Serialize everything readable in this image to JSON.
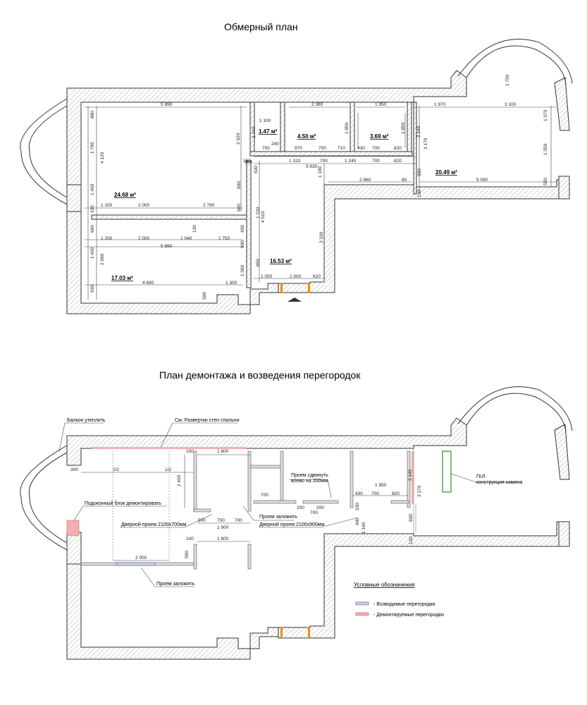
{
  "titles": {
    "plan1": "Обмерный план",
    "plan2": "План демонтажа и возведения перегородок"
  },
  "plan1": {
    "areas": [
      "24.68 м²",
      "17.03 м²",
      "1.47 м²",
      "4.50 м²",
      "3.69 м²",
      "20.49 м²",
      "16.53 м²"
    ],
    "dims": [
      "5 990",
      "2 380",
      "1 950",
      "1 970",
      "3 100",
      "1 750",
      "1 100",
      "880",
      "4 120",
      "1 790",
      "1 450",
      "100",
      "660",
      "1 400",
      "2 990",
      "930",
      "1 200",
      "2 000",
      "2 790",
      "1 200",
      "2 000",
      "1 040",
      "1 750",
      "5 990",
      "4 690",
      "1 300",
      "500",
      "2 620",
      "160",
      "1 340",
      "700",
      "240",
      "970",
      "700",
      "710",
      "430",
      "700",
      "820",
      "1 850",
      "1 850",
      "2 140",
      "3 170",
      "1 070",
      "1 550",
      "550",
      "160",
      "630",
      "1 310",
      "700",
      "1 240",
      "700",
      "820",
      "5 630",
      "1 180",
      "2 960",
      "80",
      "900",
      "5 090",
      "130",
      "900",
      "600",
      "1 230",
      "4 510",
      "400",
      "900",
      "1 050",
      "1 000",
      "620",
      "3 330",
      "850",
      "1 060",
      "130"
    ]
  },
  "plan2": {
    "notes": {
      "balcony": "Балкон утеплить",
      "walls_ref": "См. Развертки стен спальни",
      "sill": "Подоконный блок демонтировать",
      "door1": "Дверной проем 2100х700мм",
      "door2": "Дверной проем 2100х900мм",
      "shift": "Проем сдвинуть\nвлево на 200мм",
      "close1": "Проем заложить",
      "close2": "Проем заложить",
      "gkl": "ГКЛ\nконструкция камина"
    },
    "dims": [
      "300",
      "1/2",
      "1/2",
      "100",
      "1 800",
      "2 400",
      "500",
      "700",
      "700",
      "1 900",
      "700",
      "200",
      "200",
      "700",
      "430",
      "700",
      "820",
      "1 950",
      "2 140",
      "3 170",
      "100",
      "900",
      "1 160",
      "900",
      "130",
      "100",
      "1 800",
      "550",
      "2 000"
    ],
    "legend": {
      "title": "Условные обозначения",
      "items": [
        "- Возводимые перегородки",
        "- Демонтируемые перегородки"
      ]
    }
  },
  "colors": {
    "wall": "#333333",
    "demolish": "#e07a7a",
    "build": "#8899aa",
    "door": "#ff8800",
    "gkl": "#2e8b3a"
  }
}
